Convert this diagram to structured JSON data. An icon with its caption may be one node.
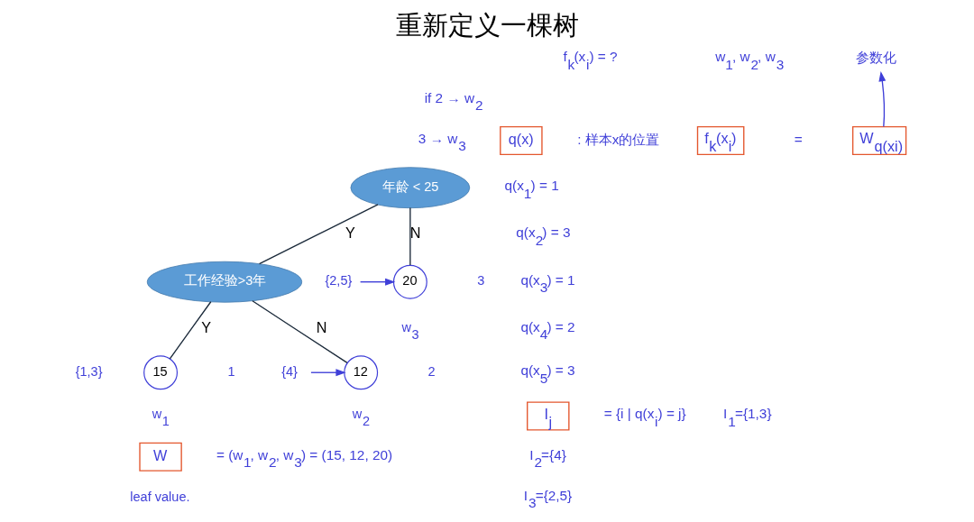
{
  "diagram": {
    "title": "重新定义一棵树",
    "nodes": [
      {
        "text": [
          "年龄 < 25"
        ]
      },
      {
        "text": [
          "工作经验>3年"
        ]
      },
      {
        "text": [
          "20"
        ],
        "beside": [
          "3",
          "w$_{3}$"
        ]
      },
      {
        "text": [
          "{2,5}"
        ]
      },
      {
        "text": [
          "15"
        ],
        "beside": [
          "{1,3}",
          "1",
          "w$_{1}$"
        ]
      },
      {
        "text": [
          "12"
        ],
        "beside": [
          "2",
          "w$_{2}$"
        ]
      },
      {
        "text": [
          "{4}"
        ]
      },
      {
        "text": [
          "q(x)"
        ]
      },
      {
        "text": [
          "I$_{j}$"
        ]
      },
      {
        "text": [
          "W"
        ],
        "beside": [
          "leaf value."
        ]
      },
      {
        "text": [
          "f$_{k}$(x$_{i}$)"
        ]
      },
      {
        "text": [
          "W$_{q(xi)}$"
        ]
      },
      {
        "text": [
          "参数化"
        ]
      }
    ],
    "edges": [
      {
        "from": 0,
        "to": 1,
        "arrow": "none",
        "label": "Y"
      },
      {
        "from": 0,
        "to": 2,
        "arrow": "none",
        "label": "N"
      },
      {
        "from": 1,
        "to": 4,
        "arrow": "none",
        "label": "Y"
      },
      {
        "from": 1,
        "to": 5,
        "arrow": "none",
        "label": "N"
      },
      {
        "from": 3,
        "to": 2,
        "arrow": "to",
        "color": "#3f3fd8"
      },
      {
        "from": 6,
        "to": 5,
        "arrow": "to",
        "color": "#3f3fd8"
      },
      {
        "from": 11,
        "to": 12,
        "arrow": "to",
        "color": "#3f3fd8"
      }
    ],
    "labels": [
      "f$_{k}$(x$_{i}$) = ?",
      "if 2 → w$_{2}$",
      "3 → w$_{3}$",
      "w$_{1}$, w$_{2}$, w$_{3}$",
      "=",
      ": 样本x的位置",
      "q(x$_{1}$) = 1",
      "q(x$_{2}$) = 3",
      "q(x$_{3}$) = 1",
      "q(x$_{4}$) = 2",
      "q(x$_{5}$) = 3",
      "= {i | q(x$_{i}$) = j}",
      "I$_{1}$={1,3}",
      "I$_{2}$={4}",
      "I$_{3}$={2,5}",
      "= (w$_{1}$, w$_{2}$, w$_{3}$) = (15, 12, 20)"
    ]
  }
}
